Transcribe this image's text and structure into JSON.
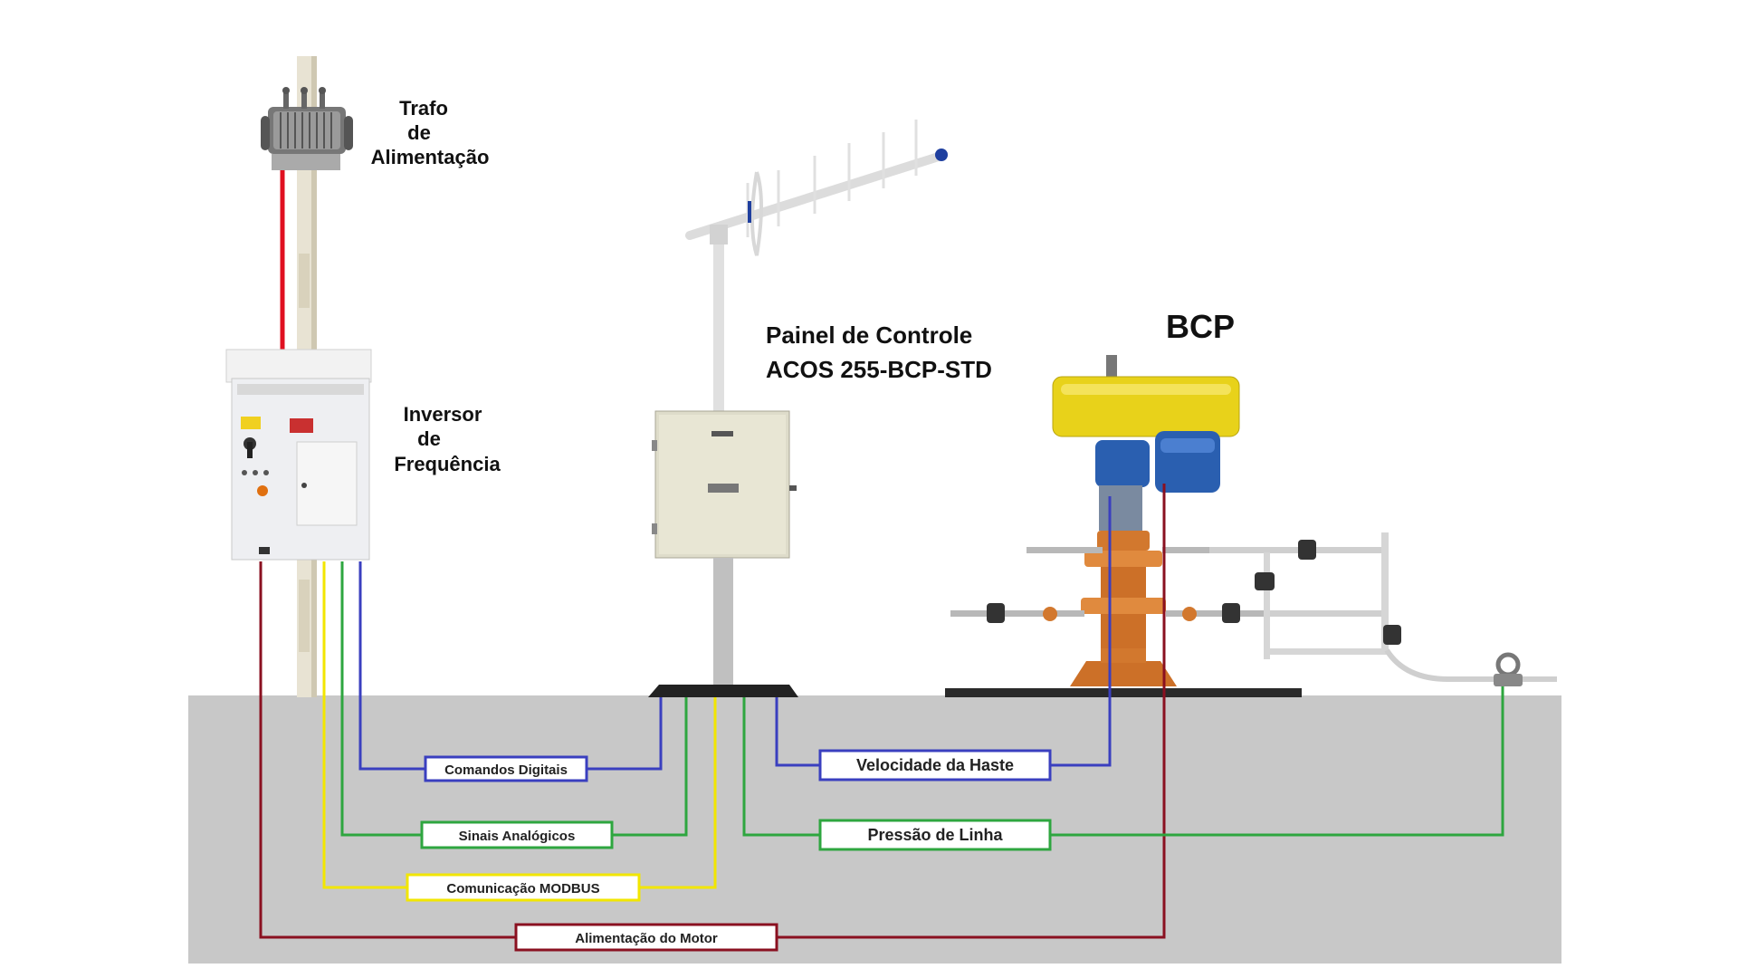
{
  "labels": {
    "trafo": [
      "Trafo",
      "de",
      "Alimentação"
    ],
    "inversor": [
      "Inversor",
      "de",
      "Frequência"
    ],
    "painel": [
      "Painel de Controle",
      "ACOS 255-BCP-STD"
    ],
    "bcp": "BCP"
  },
  "signals": {
    "comandos_digitais": "Comandos Digitais",
    "sinais_analogicos": "Sinais Analógicos",
    "comunicacao_modbus": "Comunicação MODBUS",
    "alimentacao_motor": "Alimentação do Motor",
    "velocidade_haste": "Velocidade da Haste",
    "pressao_linha": "Pressão de Linha"
  },
  "colors": {
    "ground": "#c8c8c8",
    "blue": "#3a3fbf",
    "green": "#2ea63f",
    "yellow": "#f2e600",
    "maroon": "#8a1020",
    "red": "#e01020",
    "motor_yellow": "#e8d21a",
    "motor_blue": "#2a5fb0",
    "wellhead": "#d2782e"
  },
  "icons": [
    "transformer-icon",
    "utility-pole",
    "inverter-cabinet",
    "yagi-antenna",
    "control-panel-box",
    "pcp-drive-head",
    "wellhead-assembly",
    "pressure-sensor"
  ]
}
